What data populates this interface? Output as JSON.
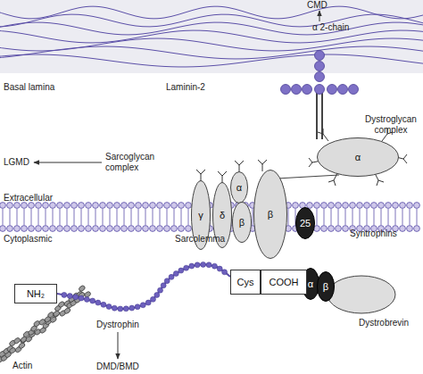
{
  "diagram": {
    "nodes": [
      {
        "text": [
          "α"
        ]
      },
      {
        "text": [
          "γ"
        ]
      },
      {
        "text": [
          "δ"
        ]
      },
      {
        "text": [
          "α"
        ]
      },
      {
        "text": [
          "β"
        ]
      },
      {
        "text": [
          "β"
        ]
      },
      {
        "text": [
          "25"
        ]
      },
      {
        "text": [
          "α"
        ]
      },
      {
        "text": [
          "β"
        ]
      },
      {
        "text": [
          "Cys"
        ]
      },
      {
        "text": [
          "COOH"
        ]
      },
      {
        "text": [
          "NH₂"
        ]
      }
    ],
    "labels": [
      "CMD",
      "α 2-chain",
      "Basal lamina",
      "Laminin-2",
      "Dystroglycan complex",
      "LGMD",
      "Sarcoglycan complex",
      "Extracellular",
      "Cytoplasmic",
      "Sarcolemma",
      "Syntrophins",
      "Dystrobrevin",
      "Actin",
      "Dystrophin",
      "DMD/BMD"
    ]
  }
}
